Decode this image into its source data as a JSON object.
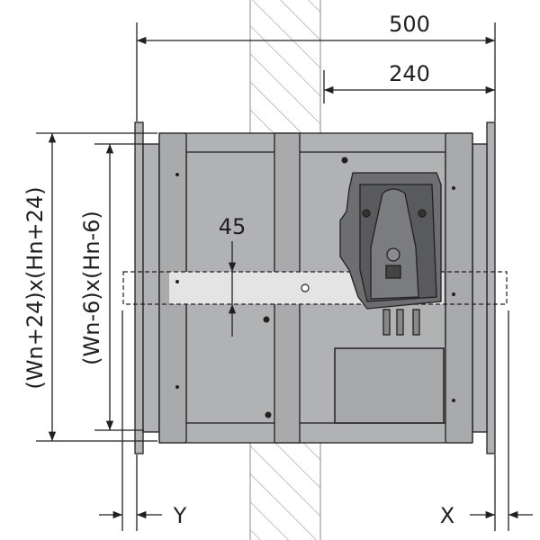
{
  "dimensions": {
    "overall_length": "500",
    "actuator_offset": "240",
    "band_height": "45",
    "outer_size": "(Wn+24)x(Hn+24)",
    "inner_size": "(Wn-6)x(Hn-6)",
    "gap_left": "Y",
    "gap_right": "X"
  },
  "colors": {
    "body": "#b1b2b4",
    "frame": "#a7a8aa",
    "band": "#e4e4e4",
    "actuator": "#6d6e70",
    "line": "#231f20"
  }
}
